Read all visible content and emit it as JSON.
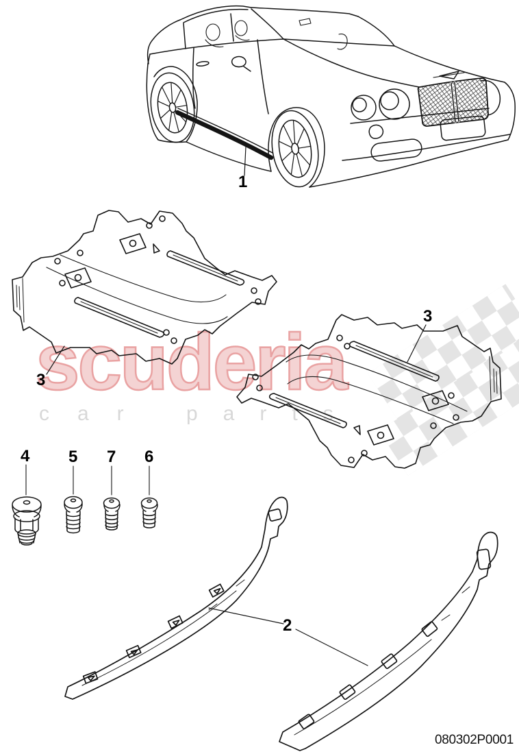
{
  "page": {
    "footer_code": "080302P0001",
    "background_color": "#ffffff",
    "line_color": "#141414"
  },
  "watermark": {
    "brand": "scuderia",
    "subtitle_word1": "car",
    "subtitle_word2": "parts",
    "brand_fill_color": "#f4d3d3",
    "brand_outline_color": "#e9a2a2",
    "subtitle_color": "#d8d8d8",
    "flag_checker_color": "#e4e4e4"
  },
  "callouts": {
    "sill_trim_on_car": {
      "label": "1"
    },
    "sill_trim_strips": {
      "label": "2"
    },
    "underbody_cover_left": {
      "label": "3"
    },
    "underbody_cover_right": {
      "label": "3"
    },
    "fastener_grommet": {
      "label": "4"
    },
    "fastener_screw_large": {
      "label": "5"
    },
    "fastener_screw_medium": {
      "label": "7"
    },
    "fastener_screw_small": {
      "label": "6"
    }
  }
}
